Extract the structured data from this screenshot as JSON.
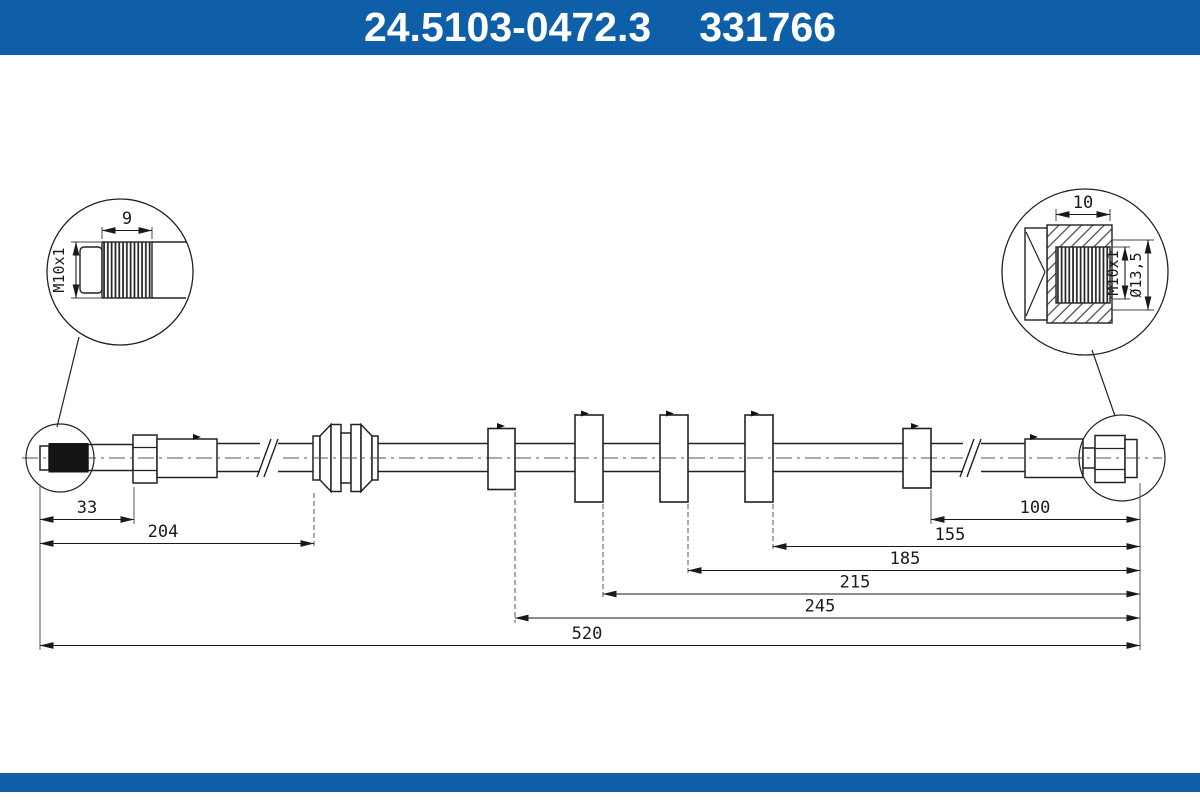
{
  "header": {
    "part_number": "24.5103-0472.3",
    "reference_number": "331766",
    "background_color": "#0F5FA8",
    "text_color": "#FFFFFF"
  },
  "footer": {
    "background_color": "#0F5FA8"
  },
  "drawing": {
    "line_color": "#1A1A1A",
    "detail_left": {
      "thread_length": "9",
      "thread_spec": "M10x1"
    },
    "detail_right": {
      "thread_length": "10",
      "thread_spec": "M10x1",
      "seat_diameter": "Ø13,5"
    },
    "dimensions_mm": {
      "d33": "33",
      "d204": "204",
      "d100": "100",
      "d155": "155",
      "d185": "185",
      "d215": "215",
      "d245": "245",
      "d520": "520"
    }
  }
}
